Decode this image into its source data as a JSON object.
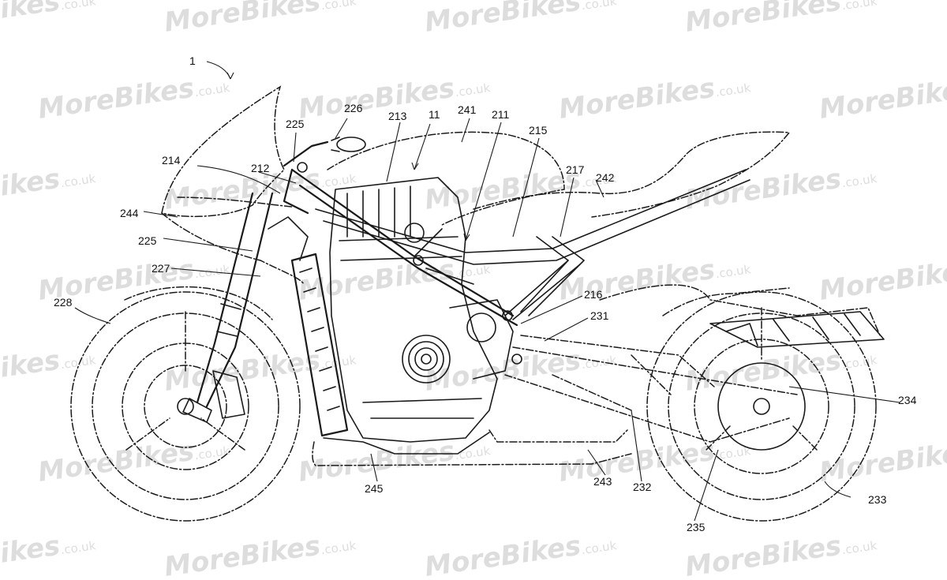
{
  "watermark": {
    "brand": "MoreBikes",
    "domain": ".co.uk",
    "color": "#d2d2d2"
  },
  "labels": {
    "l1": "1",
    "l226": "226",
    "l213": "213",
    "l11": "11",
    "l241": "241",
    "l211": "211",
    "l215": "215",
    "l225_top": "225",
    "l214": "214",
    "l212": "212",
    "l217": "217",
    "l242": "242",
    "l244": "244",
    "l225_mid": "225",
    "l227": "227",
    "l228": "228",
    "l216": "216",
    "l231": "231",
    "l234": "234",
    "l245": "245",
    "l243": "243",
    "l232": "232",
    "l233": "233",
    "l235": "235"
  }
}
